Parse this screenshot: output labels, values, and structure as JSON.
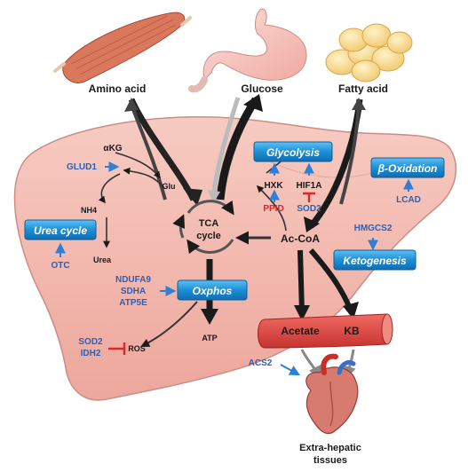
{
  "organs": {
    "muscle_label": "Amino acid",
    "stomach_label": "Glucose",
    "fat_label": "Fatty acid",
    "heart_label_line1": "Extra-hepatic",
    "heart_label_line2": "tissues"
  },
  "pathways": {
    "glycolysis": "Glycolysis",
    "beta_oxidation": "β-Oxidation",
    "urea_cycle": "Urea cycle",
    "oxphos": "Oxphos",
    "ketogenesis": "Ketogenesis"
  },
  "metabolites": {
    "akg": "αKG",
    "glu": "Glu",
    "nh4": "NH4",
    "urea": "Urea",
    "tca_line1": "TCA",
    "tca_line2": "cycle",
    "accoa": "Ac-CoA",
    "atp": "ATP",
    "ros": "ROS",
    "hxk": "HXK",
    "hif1a": "HIF1A",
    "acetate": "Acetate",
    "kb": "KB"
  },
  "enzymes": {
    "glud1": "GLUD1",
    "otc": "OTC",
    "ndufa9": "NDUFA9",
    "sdha": "SDHA",
    "atp5e": "ATP5E",
    "sod2_ros": "SOD2",
    "idh2": "IDH2",
    "ppid": "PPID",
    "sod2_hif": "SOD2",
    "lcad": "LCAD",
    "hmgcs2": "HMGCS2",
    "acs2": "ACS2"
  },
  "colors": {
    "liver": "#f2b8ad",
    "liver_stroke": "#c98e86",
    "enzyme_blue": "#2f5fb3",
    "inhibitor_red": "#e0262b",
    "box_blue": "#1c8fd6",
    "vessel": "#e0453f"
  }
}
